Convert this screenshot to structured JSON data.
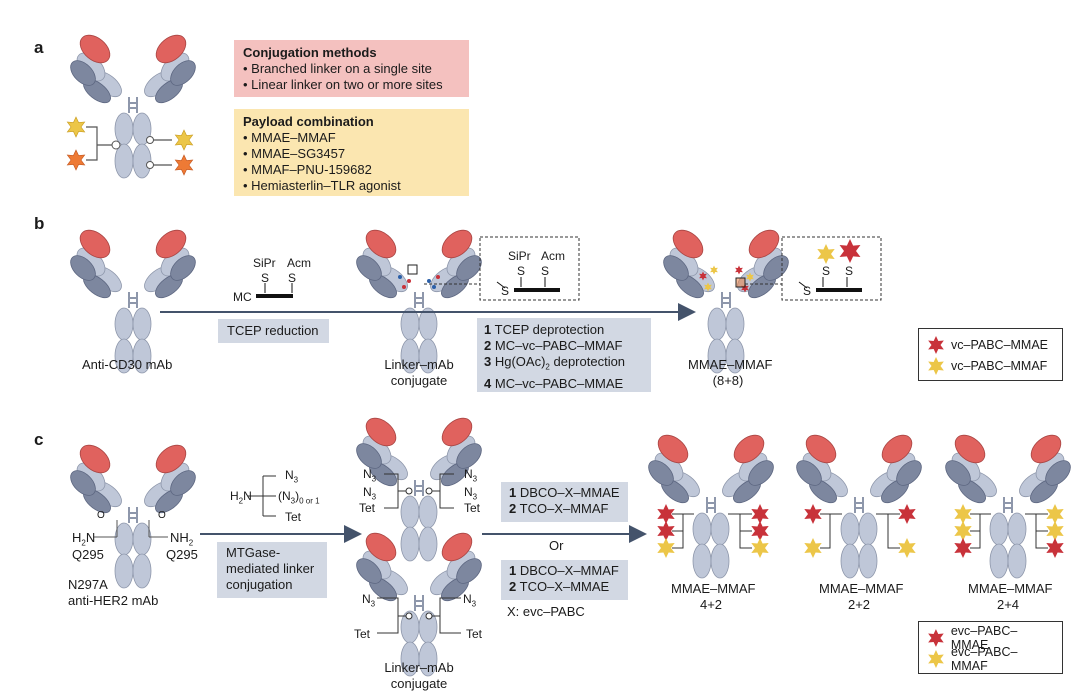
{
  "panels": {
    "a": {
      "label": "a",
      "conjugation": {
        "heading": "Conjugation methods",
        "items": [
          "Branched linker on a single site",
          "Linear linker on two or more sites"
        ]
      },
      "payload": {
        "heading": "Payload combination",
        "items": [
          "MMAE–MMAF",
          "MMAE–SG3457",
          "MMAF–PNU-159682",
          "Hemiasterlin–TLR agonist"
        ]
      }
    },
    "b": {
      "label": "b",
      "start_label": "Anti-CD30 mAb",
      "reagent": {
        "sipr": "SiPr",
        "acm": "Acm",
        "s1": "S",
        "s2": "S",
        "mc": "MC"
      },
      "step1": "TCEP reduction",
      "intermediate_label": [
        "Linker–mAb",
        "conjugate"
      ],
      "inset1": {
        "sipr": "SiPr",
        "acm": "Acm",
        "s1": "S",
        "s2": "S",
        "s3": "S"
      },
      "steps": [
        {
          "num": "1",
          "text": "TCEP deprotection"
        },
        {
          "num": "2",
          "text": "MC–vc–PABC–MMAF"
        },
        {
          "num": "3",
          "text": "Hg(OAc)",
          "sub": "2",
          "rest": " deprotection"
        },
        {
          "num": "4",
          "text": "MC–vc–PABC–MMAE"
        }
      ],
      "product_label": [
        "MMAE–MMAF",
        "(8+8)"
      ],
      "inset2": {
        "s1": "S",
        "s2": "S",
        "s3": "S"
      },
      "legend": [
        "vc–PABC–MMAE",
        "vc–PABC–MMAF"
      ]
    },
    "c": {
      "label": "c",
      "start_labels": {
        "h2n": "H",
        "sub2": "2",
        "n": "N",
        "nh": "NH",
        "q_left": "Q295",
        "q_right": "Q295",
        "o1": "O",
        "o2": "O"
      },
      "start_label": [
        "N297A",
        "anti-HER2 mAb"
      ],
      "reagent": {
        "h": "H",
        "n": "N",
        "n3": "N",
        "n3sub": "3",
        "paren": "(N",
        "paren_sub": "3",
        "paren_close": ")",
        "range": "0 or 1",
        "tet": "Tet"
      },
      "step1": [
        "MTGase-",
        "mediated linker",
        "conjugation"
      ],
      "upper_tags": [
        "N",
        "N",
        "Tet",
        "N",
        "N",
        "Tet"
      ],
      "lower_tags": [
        "N",
        "Tet",
        "N",
        "Tet"
      ],
      "n3_sub": "3",
      "intermediate_label": [
        "Linker–mAb",
        "conjugate"
      ],
      "route_a": [
        {
          "num": "1",
          "text": "DBCO–X–MMAE"
        },
        {
          "num": "2",
          "text": "TCO–X–MMAF"
        }
      ],
      "or": "Or",
      "route_b": [
        {
          "num": "1",
          "text": "DBCO–X–MMAF"
        },
        {
          "num": "2",
          "text": "TCO–X–MMAE"
        }
      ],
      "x_note": "X: evc–PABC",
      "products": [
        {
          "name": "MMAE–MMAF",
          "ratio": "4+2"
        },
        {
          "name": "MMAE–MMAF",
          "ratio": "2+2"
        },
        {
          "name": "MMAE–MMAF",
          "ratio": "2+4"
        }
      ],
      "legend": [
        "evc–PABC–MMAE",
        "evc–PABC–MMAF"
      ]
    }
  },
  "colors": {
    "mmae": "#c8323a",
    "mmaf": "#ecc648",
    "orange": "#ee7a35",
    "heavy_tip": "#e0625e",
    "light_chain": "#7d879f",
    "heavy_chain": "#bfc7d8",
    "arrow": "#44536b"
  }
}
